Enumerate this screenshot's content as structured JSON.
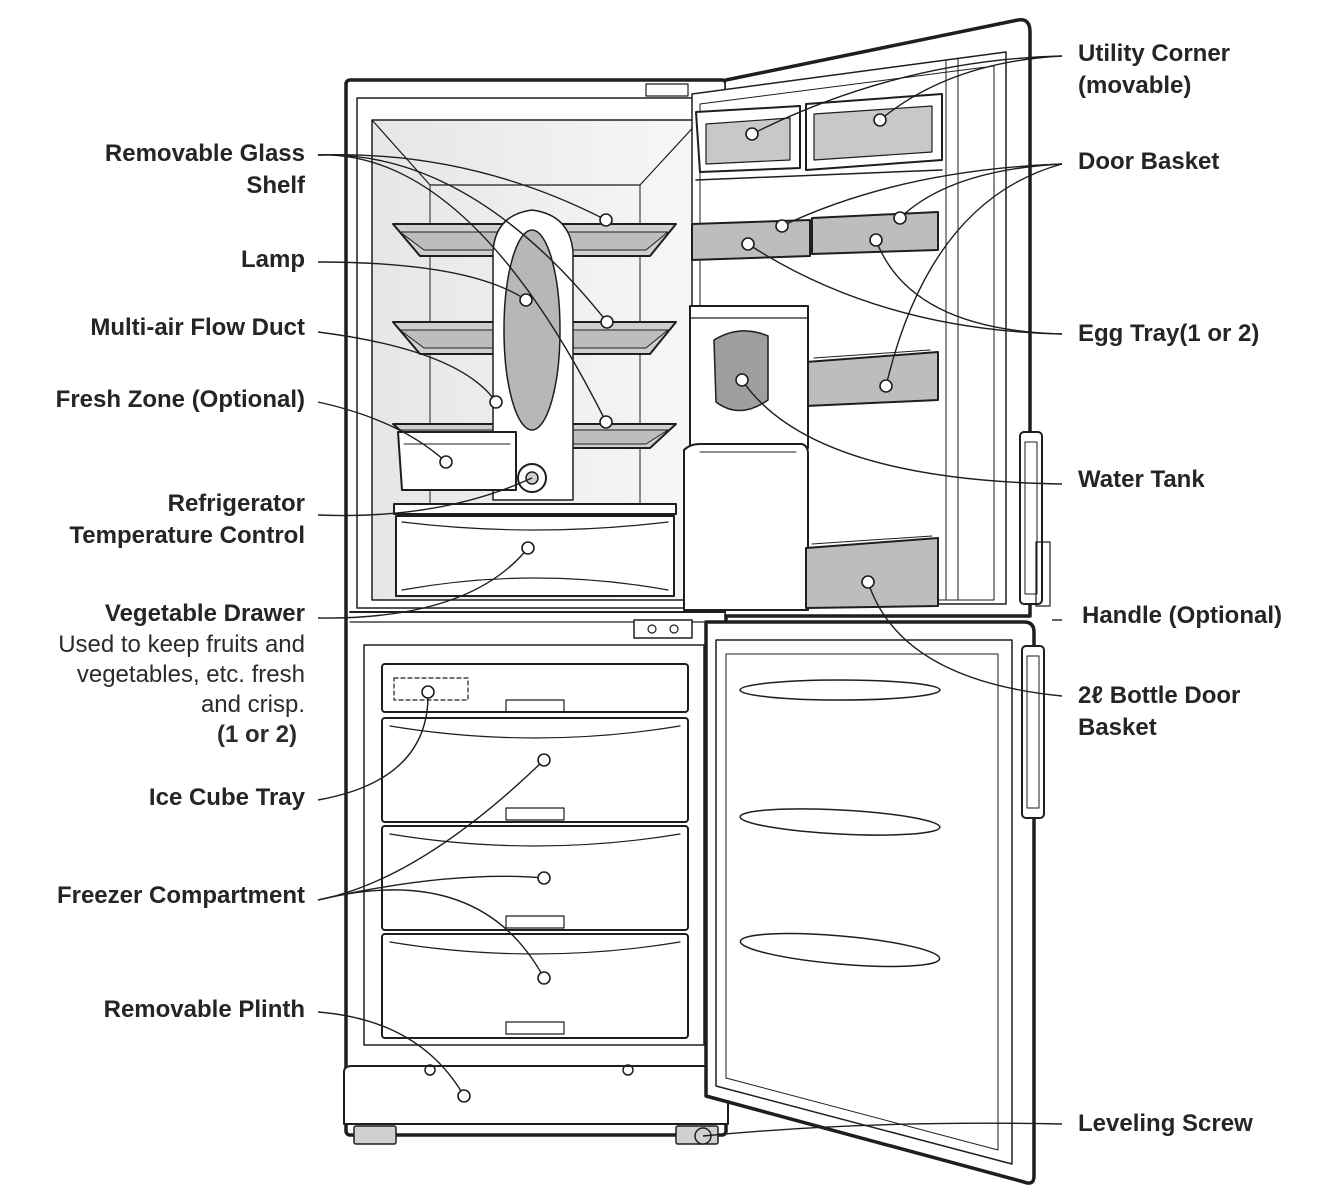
{
  "labels": {
    "removable_glass_shelf": [
      "Removable Glass",
      "Shelf"
    ],
    "lamp": "Lamp",
    "multi_air_flow_duct": "Multi-air Flow Duct",
    "fresh_zone": "Fresh Zone (Optional)",
    "temperature_control": [
      "Refrigerator",
      "Temperature Control"
    ],
    "vegetable_drawer": "Vegetable Drawer",
    "vegetable_drawer_note": [
      "Used to keep fruits and",
      "vegetables, etc. fresh",
      "and crisp."
    ],
    "vegetable_drawer_count": "(1 or 2)",
    "ice_cube_tray": "Ice Cube Tray",
    "freezer_compartment": "Freezer Compartment",
    "removable_plinth": "Removable Plinth",
    "utility_corner": [
      "Utility Corner",
      "(movable)"
    ],
    "door_basket": "Door Basket",
    "egg_tray": "Egg Tray(1 or 2)",
    "water_tank": "Water Tank",
    "handle": "Handle (Optional)",
    "bottle_door_basket": [
      "2ℓ Bottle Door",
      "Basket"
    ],
    "leveling_screw": "Leveling Screw"
  },
  "colors": {
    "line": "#1e1e1e",
    "shade": "#b5b5b5",
    "glass": "#d4d4d4",
    "text": "#252525"
  }
}
